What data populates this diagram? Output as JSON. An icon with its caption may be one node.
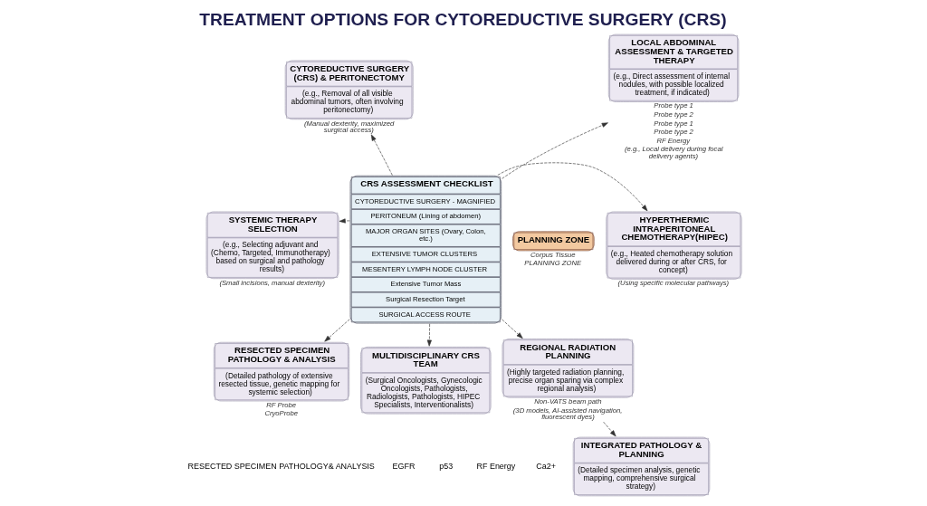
{
  "diagram": {
    "title": "TREATMENT OPTIONS FOR CYTOREDUCTIVE SURGERY (CRS)",
    "nodes": [
      {
        "text": [
          "CRS ASSESSMENT CHECKLIST",
          "CYTOREDUCTIVE SURGERY - MAGNIFIED",
          "PERITONEUM (Lining of abdomen)",
          "MAJOR ORGAN SITES (Ovary, Colon, etc.)",
          "EXTENSIVE TUMOR CLUSTERS",
          "MESENTERY LYMPH NODE CLUSTER",
          "Extensive Tumor Mass",
          "Surgical Resection Target",
          "SURGICAL ACCESS ROUTE"
        ]
      },
      {
        "text": [
          "PLANNING ZONE"
        ],
        "beside": [
          "Corpus Tissue",
          "PLANNING ZONE"
        ]
      },
      {
        "text": [
          "CYTOREDUCTIVE SURGERY (CRS) & PERITONECTOMY",
          "(e.g., Removal of all visible abdominal tumors, often involving peritonectomy)"
        ],
        "beside": [
          "(Manual dexterity, maximized surgical access)"
        ]
      },
      {
        "text": [
          "SYSTEMIC THERAPY SELECTION",
          "(e.g., Selecting adjuvant and (Chemo, Targeted, Immunotherapy) based on surgical and pathology results)"
        ],
        "beside": [
          "(Small incisions, manual dexterity)"
        ]
      },
      {
        "text": [
          "RESECTED SPECIMEN PATHOLOGY & ANALYSIS",
          "(Detailed pathology of extensive resected tissue, genetic mapping for systemic selection)"
        ],
        "beside": [
          "RF Probe",
          "CryoProbe"
        ]
      },
      {
        "text": [
          "MULTIDISCIPLINARY CRS TEAM",
          "(Surgical Oncologists, Gynecologic Oncologists, Pathologists, Radiologists, Pathologists, HIPEC Specialists, Interventionalists)"
        ]
      },
      {
        "text": [
          "LOCAL ABDOMINAL ASSESSMENT & TARGETED THERAPY",
          "(e.g., Direct assessment of internal nodules, with possible localized treatment, if indicated)"
        ],
        "beside": [
          "Probe type 1",
          "Probe type 2",
          "Probe type 1",
          "Probe type 2",
          "RF Energy",
          "(e.g., Local delivery during focal delivery agents)"
        ]
      },
      {
        "text": [
          "HYPERTHERMIC INTRAPERITONEAL CHEMOTHERAPY(HIPEC)",
          "(e.g., Heated chemotherapy solution delivered during or after CRS, for concept)"
        ],
        "beside": [
          "(Using specific molecular pathways)"
        ]
      },
      {
        "text": [
          "REGIONAL RADIATION PLANNING",
          "(Highly targeted radiation planning, precise organ sparing via complex regional analysis)"
        ],
        "beside": [
          "Non-VATS beam path",
          "(3D models, AI-assisted navigation, fluorescent dyes)"
        ]
      },
      {
        "text": [
          "INTEGRATED PATHOLOGY & PLANNING",
          "(Detailed specimen analysis, genetic mapping, comprehensive surgical strategy)"
        ]
      }
    ],
    "edges": [
      {
        "from": 0,
        "to": 2,
        "arrow": "to",
        "style": "dashed"
      },
      {
        "from": 0,
        "to": 3,
        "arrow": "to",
        "style": "dashed"
      },
      {
        "from": 0,
        "to": 4,
        "arrow": "to",
        "style": "dashed"
      },
      {
        "from": 0,
        "to": 5,
        "arrow": "to",
        "style": "dashed"
      },
      {
        "from": 0,
        "to": 6,
        "arrow": "to",
        "style": "dashed"
      },
      {
        "from": 0,
        "to": 7,
        "arrow": "to",
        "style": "dashed"
      },
      {
        "from": 0,
        "to": 8,
        "arrow": "to",
        "style": "dashed"
      },
      {
        "from": 8,
        "to": 9,
        "arrow": "to",
        "style": "dashed"
      }
    ],
    "labels": [
      "RESECTED SPECIMEN PATHOLOGY& ANALYSIS",
      "EGFR",
      "p53",
      "RF Energy",
      "Ca2+"
    ]
  }
}
